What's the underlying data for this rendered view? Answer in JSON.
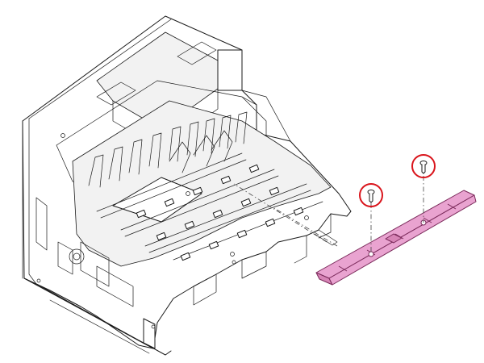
{
  "colors": {
    "highlight_part": "#e9a3d0",
    "callout_circle": "#d9141b",
    "line_art": "#1a1a1a",
    "background": "#ffffff"
  },
  "parts": [
    {
      "name": "printer-body",
      "highlighted": false
    },
    {
      "name": "cover-plate",
      "highlighted": true
    },
    {
      "name": "screw",
      "count": 2,
      "callout": "red-circle"
    }
  ]
}
